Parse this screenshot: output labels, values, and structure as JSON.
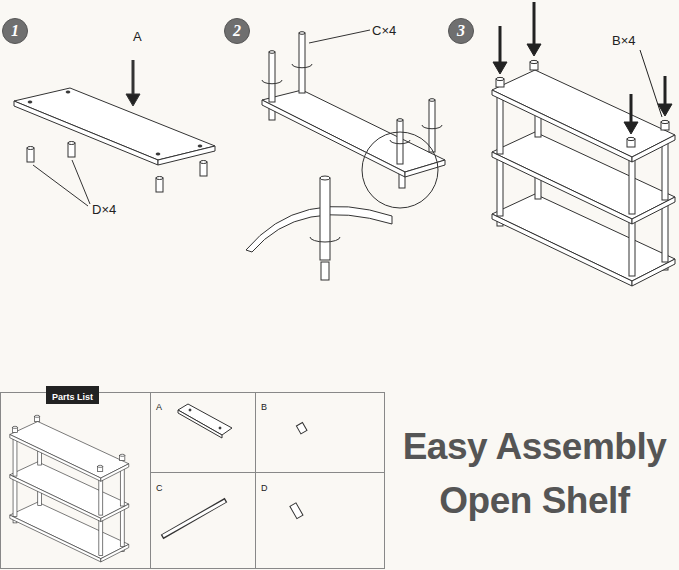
{
  "diagram": {
    "title": "Easy Assembly Open Shelf",
    "nodes": [
      {
        "text": [
          "1"
        ]
      },
      {
        "text": [
          "2"
        ]
      },
      {
        "text": [
          "3"
        ]
      },
      {
        "text": [
          "Parts List"
        ]
      }
    ],
    "labels": [
      "A",
      "D×4",
      "C×4",
      "B×4",
      "A",
      "B",
      "C",
      "D"
    ]
  }
}
